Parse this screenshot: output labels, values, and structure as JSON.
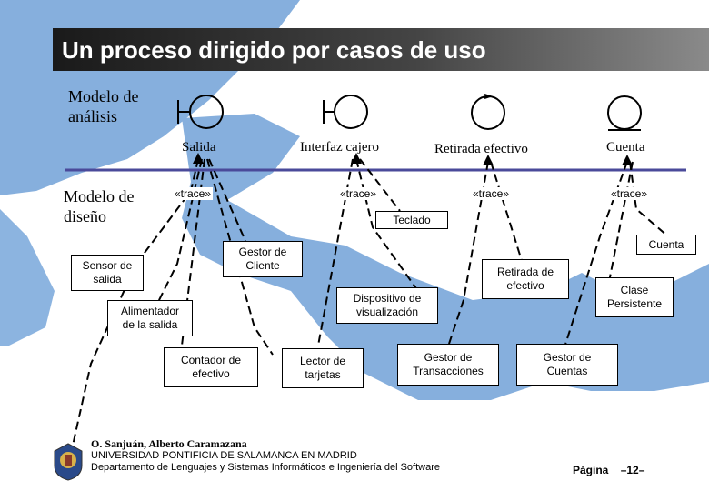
{
  "title": "Un proceso dirigido por casos de uso",
  "sections": {
    "analysis": "Modelo de análisis",
    "design": "Modelo de diseño"
  },
  "analysis_classes": [
    {
      "label": "Salida",
      "kind": "boundary"
    },
    {
      "label": "Interfaz cajero",
      "kind": "boundary"
    },
    {
      "label": "Retirada efectivo",
      "kind": "control"
    },
    {
      "label": "Cuenta",
      "kind": "entity"
    }
  ],
  "trace_label": "«trace»",
  "design_classes": {
    "teclado": "Teclado",
    "cuenta": "Cuenta",
    "gestor_cliente": "Gestor de\nCliente",
    "sensor_salida": "Sensor de\nsalida",
    "retirada_efectivo": "Retirada de\nefectivo",
    "clase_persistente": "Clase\nPersistente",
    "dispositivo_visualizacion": "Dispositivo de\nvisualización",
    "alimentador_salida": "Alimentador\nde la salida",
    "contador_efectivo": "Contador de\nefectivo",
    "lector_tarjetas": "Lector de\ntarjetas",
    "gestor_transacciones": "Gestor de\nTransacciones",
    "gestor_cuentas": "Gestor de\nCuentas"
  },
  "footer": {
    "author": "O. Sanjuán, Alberto Caramazana",
    "university": "UNIVERSIDAD PONTIFICIA DE SALAMANCA EN MADRID",
    "department": "Departamento de Lenguajes y Sistemas Informáticos e Ingeniería del Software"
  },
  "page": {
    "label": "Página",
    "number": "–12–"
  },
  "colors": {
    "background_map": "#7aa6d8",
    "title_bar": "#1a1a1a",
    "title_text": "#ffffff",
    "divider": "#4a4a9a"
  }
}
